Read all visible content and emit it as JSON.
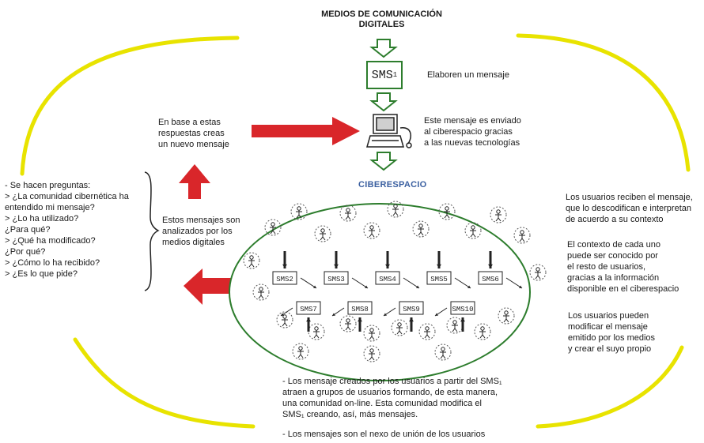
{
  "title": "MEDIOS DE COMUNICACIÓN\nDIGITALES",
  "sms_main": {
    "base": "SMS",
    "sub": "1"
  },
  "step1": "Elaboren un mensaje",
  "step2": "Este mensaje es enviado\nal ciberespacio gracias\na las nuevas tecnologías",
  "cyberspace": "CIBERESPACIO",
  "new_message": "En base a estas\nrespuestas creas\nun nuevo mensaje",
  "analyzed": "Estos mensajes son\nanalizados por los\nmedios digitales",
  "questions": "- Se hacen preguntas:\n> ¿La comunidad cibernética ha\n   entendido mi mensaje?\n> ¿Lo ha utilizado?\n   ¿Para qué?\n> ¿Qué ha modificado?\n   ¿Por qué?\n> ¿Cómo lo ha recibido?\n> ¿Es lo que pide?",
  "right_1": "Los usuarios reciben el mensaje,\nque lo descodifican e interpretan\nde acuerdo a su contexto",
  "right_2": "El contexto de cada uno\npuede ser conocido por\nel resto de usuarios,\ngracias a la información\ndisponible en el ciberespacio",
  "right_3": "Los usuarios pueden\nmodificar el mensaje\nemitido por los medios\ny crear el suyo propio",
  "bottom_1": "- Los mensaje creados por los usuarios a partir del SMS₁\n  atraen a grupos de usuarios formando, de esta manera,\n  una comunidad on-line. Esta comunidad modifica el\n  SMS₁ creando, así, más mensajes.",
  "bottom_2": "- Los mensajes son el nexo de unión de los usuarios",
  "nodes_top": [
    "SMS2",
    "SMS3",
    "SMS4",
    "SMS5",
    "SMS6"
  ],
  "nodes_bottom": [
    "SMS7",
    "SMS8",
    "SMS9",
    "SMS10"
  ],
  "colors": {
    "yellow_arc": "#e8e300",
    "red_arrow": "#d9262a",
    "green": "#2d7d2d",
    "cyber_blue": "#3a5fa0"
  }
}
